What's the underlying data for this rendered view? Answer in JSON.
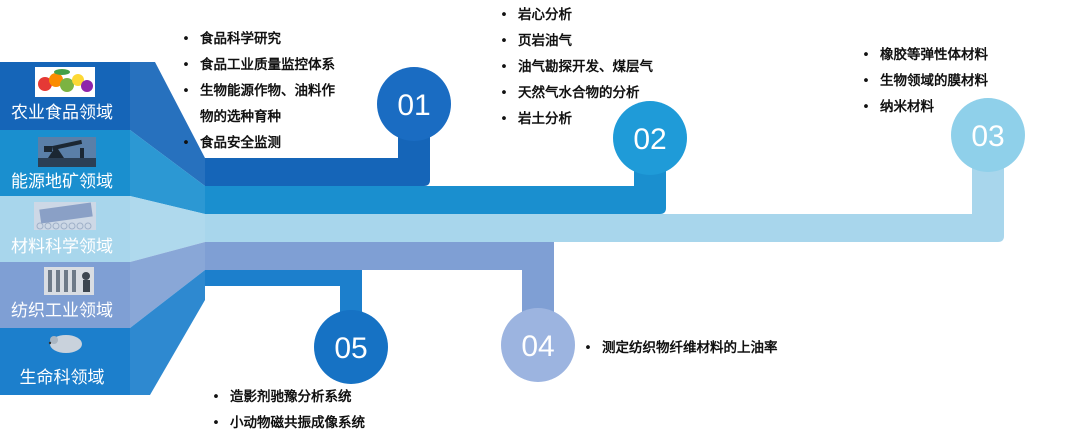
{
  "colors": {
    "tier1": "#1565b8",
    "tier2": "#1a8fcf",
    "tier3": "#a8d6ec",
    "tier4": "#7f9fd4",
    "tier5": "#1c7fcc",
    "circle1": "#1a6cc2",
    "circle2": "#1f9bd8",
    "circle3": "#8fd0ea",
    "circle4": "#9cb4e0",
    "circle5": "#1672c4"
  },
  "domains": [
    {
      "label": "农业食品领域",
      "icon": "fruits-vegetables-icon"
    },
    {
      "label": "能源地矿领域",
      "icon": "oil-pump-icon"
    },
    {
      "label": "材料科学领域",
      "icon": "honeycomb-material-icon"
    },
    {
      "label": "纺织工业领域",
      "icon": "textile-machine-icon"
    },
    {
      "label": "生命科领域",
      "icon": "mouse-icon"
    }
  ],
  "branches": [
    {
      "number": "01",
      "items": [
        "食品科学研究",
        "食品工业质量监控体系",
        "生物能源作物、油料作",
        "物的选种育种",
        "食品安全监测"
      ]
    },
    {
      "number": "02",
      "items": [
        "岩心分析",
        "页岩油气",
        "油气勘探开发、煤层气",
        "天然气水合物的分析",
        "岩土分析"
      ]
    },
    {
      "number": "03",
      "items": [
        "橡胶等弹性体材料",
        "生物领域的膜材料",
        "纳米材料"
      ]
    },
    {
      "number": "04",
      "items": [
        "测定纺织物纤维材料的上油率"
      ]
    },
    {
      "number": "05",
      "items": [
        "造影剂驰豫分析系统",
        "小动物磁共振成像系统"
      ]
    }
  ]
}
